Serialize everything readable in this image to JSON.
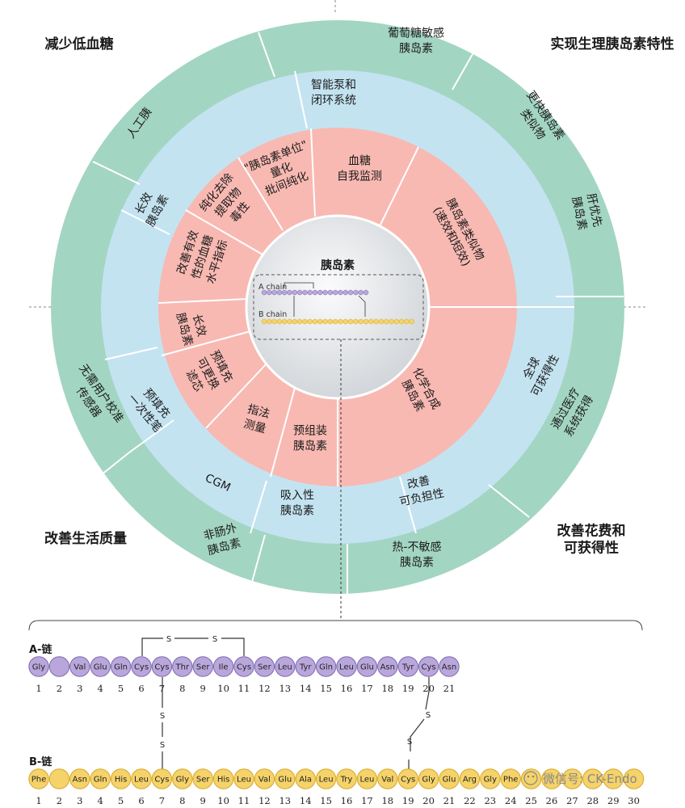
{
  "quadrants": {
    "top_left": "减少低血糖",
    "top_right": "实现生理胰岛素特性",
    "bottom_left": "改善生活质量",
    "bottom_right": "改善花费和\n可获得性"
  },
  "outer_ring": [
    "葡萄糖敏感\n胰岛素",
    "更快胰岛素\n类似物",
    "肝优先\n胰岛素",
    "通过医疗\n系统获得",
    "热-不敏感\n胰岛素",
    "非肠外\n胰岛素",
    "无需用户校准\n传感器",
    "人工胰"
  ],
  "middle_ring": [
    "智能泵和\n闭环系统",
    "全球\n可获得性",
    "改善\n可负担性",
    "吸入性\n胰岛素",
    "CGM",
    "预填充\n一次性笔",
    "长效\n胰岛素"
  ],
  "inner_ring": [
    "血糖\n自我监测",
    "胰岛素类似物\n(速效和短效)",
    "化学合成\n胰岛素",
    "预组装\n胰岛素",
    "指法\n测量",
    "预填充\n可更换\n滤芯",
    "长效\n胰岛素",
    "改善有效\n性的血糖\n水平指标",
    "纯化去除\n提取物\n毒性",
    "\"胰岛素单位\"\n量化\n批间纯化"
  ],
  "center": {
    "title": "胰岛素",
    "mini_a": "A chain",
    "mini_b": "B chain"
  },
  "chains": {
    "a_label": "A-链",
    "b_label": "B-链",
    "disulfide": "S",
    "a_residues": [
      "Gly",
      "",
      "Val",
      "Glu",
      "Gln",
      "Cys",
      "Cys",
      "Thr",
      "Ser",
      "Ile",
      "Cys",
      "Ser",
      "Leu",
      "Tyr",
      "Gln",
      "Leu",
      "Glu",
      "Asn",
      "Tyr",
      "Cys",
      "Asn"
    ],
    "b_residues": [
      "Phe",
      "",
      "Asn",
      "Gln",
      "His",
      "Leu",
      "Cys",
      "Gly",
      "Ser",
      "His",
      "Leu",
      "Val",
      "Glu",
      "Ala",
      "Leu",
      "Try",
      "Leu",
      "Val",
      "Cys",
      "Gly",
      "Glu",
      "Arg",
      "Gly",
      "Phe",
      "",
      "",
      "",
      "",
      "",
      ""
    ],
    "a_numbers": [
      "1",
      "2",
      "3",
      "4",
      "5",
      "6",
      "7",
      "8",
      "9",
      "10",
      "11",
      "12",
      "13",
      "14",
      "15",
      "16",
      "17",
      "18",
      "19",
      "20",
      "21"
    ],
    "b_numbers": [
      "1",
      "2",
      "3",
      "4",
      "5",
      "6",
      "7",
      "8",
      "9",
      "10",
      "11",
      "12",
      "13",
      "14",
      "15",
      "16",
      "17",
      "18",
      "19",
      "20",
      "21",
      "22",
      "23",
      "24",
      "25",
      "26",
      "27",
      "28",
      "29",
      "30"
    ]
  },
  "watermark": "微信号: CK-Endo",
  "colors": {
    "outer_ring": "#9fd2bf",
    "middle_ring": "#bfe0ef",
    "inner_ring": "#f7b6b0",
    "core": "#e4e6e8",
    "chain_a": "#b9a7dc",
    "chain_b": "#f5d36a"
  }
}
